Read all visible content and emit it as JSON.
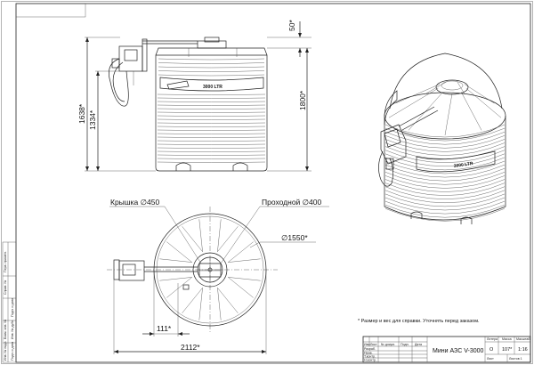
{
  "front_view": {
    "dim_top": "50*",
    "dim_height": "1800*",
    "dim_overall": "1638*",
    "dim_inner": "1334*",
    "tank_mark": "3000 LTR"
  },
  "plan_view": {
    "lid_label": "Крышка ∅450",
    "manhole_label": "Проходной ∅400",
    "diameter_label": "∅1550*",
    "offset_dim": "111*",
    "width_dim": "2112*"
  },
  "iso_view": {
    "tank_mark": "3000 LTR"
  },
  "note": "* Размер и вес для справки. Уточнять перед заказом.",
  "title_block": {
    "col_headers": [
      "Изм",
      "Лист",
      "№ докум.",
      "Подп.",
      "Дата"
    ],
    "row_labels": [
      "Разраб.",
      "Пров.",
      "Т.контр.",
      "Н.контр.",
      "Утв."
    ],
    "title": "Мини АЗС V-3000",
    "lit_header": "Литера",
    "mass_header": "Масса",
    "scale_header": "Масштаб",
    "lit": "О",
    "mass": "107*",
    "scale": "1:16",
    "sheet_label": "Лист",
    "sheets_label": "Листов 1"
  },
  "side_strip": [
    "Перв. примен.",
    "Справ. №",
    "Подп. и дата",
    "Инв. № дубл.",
    "Взам. инв. №",
    "Подп. и дата",
    "Инв. № подл."
  ]
}
